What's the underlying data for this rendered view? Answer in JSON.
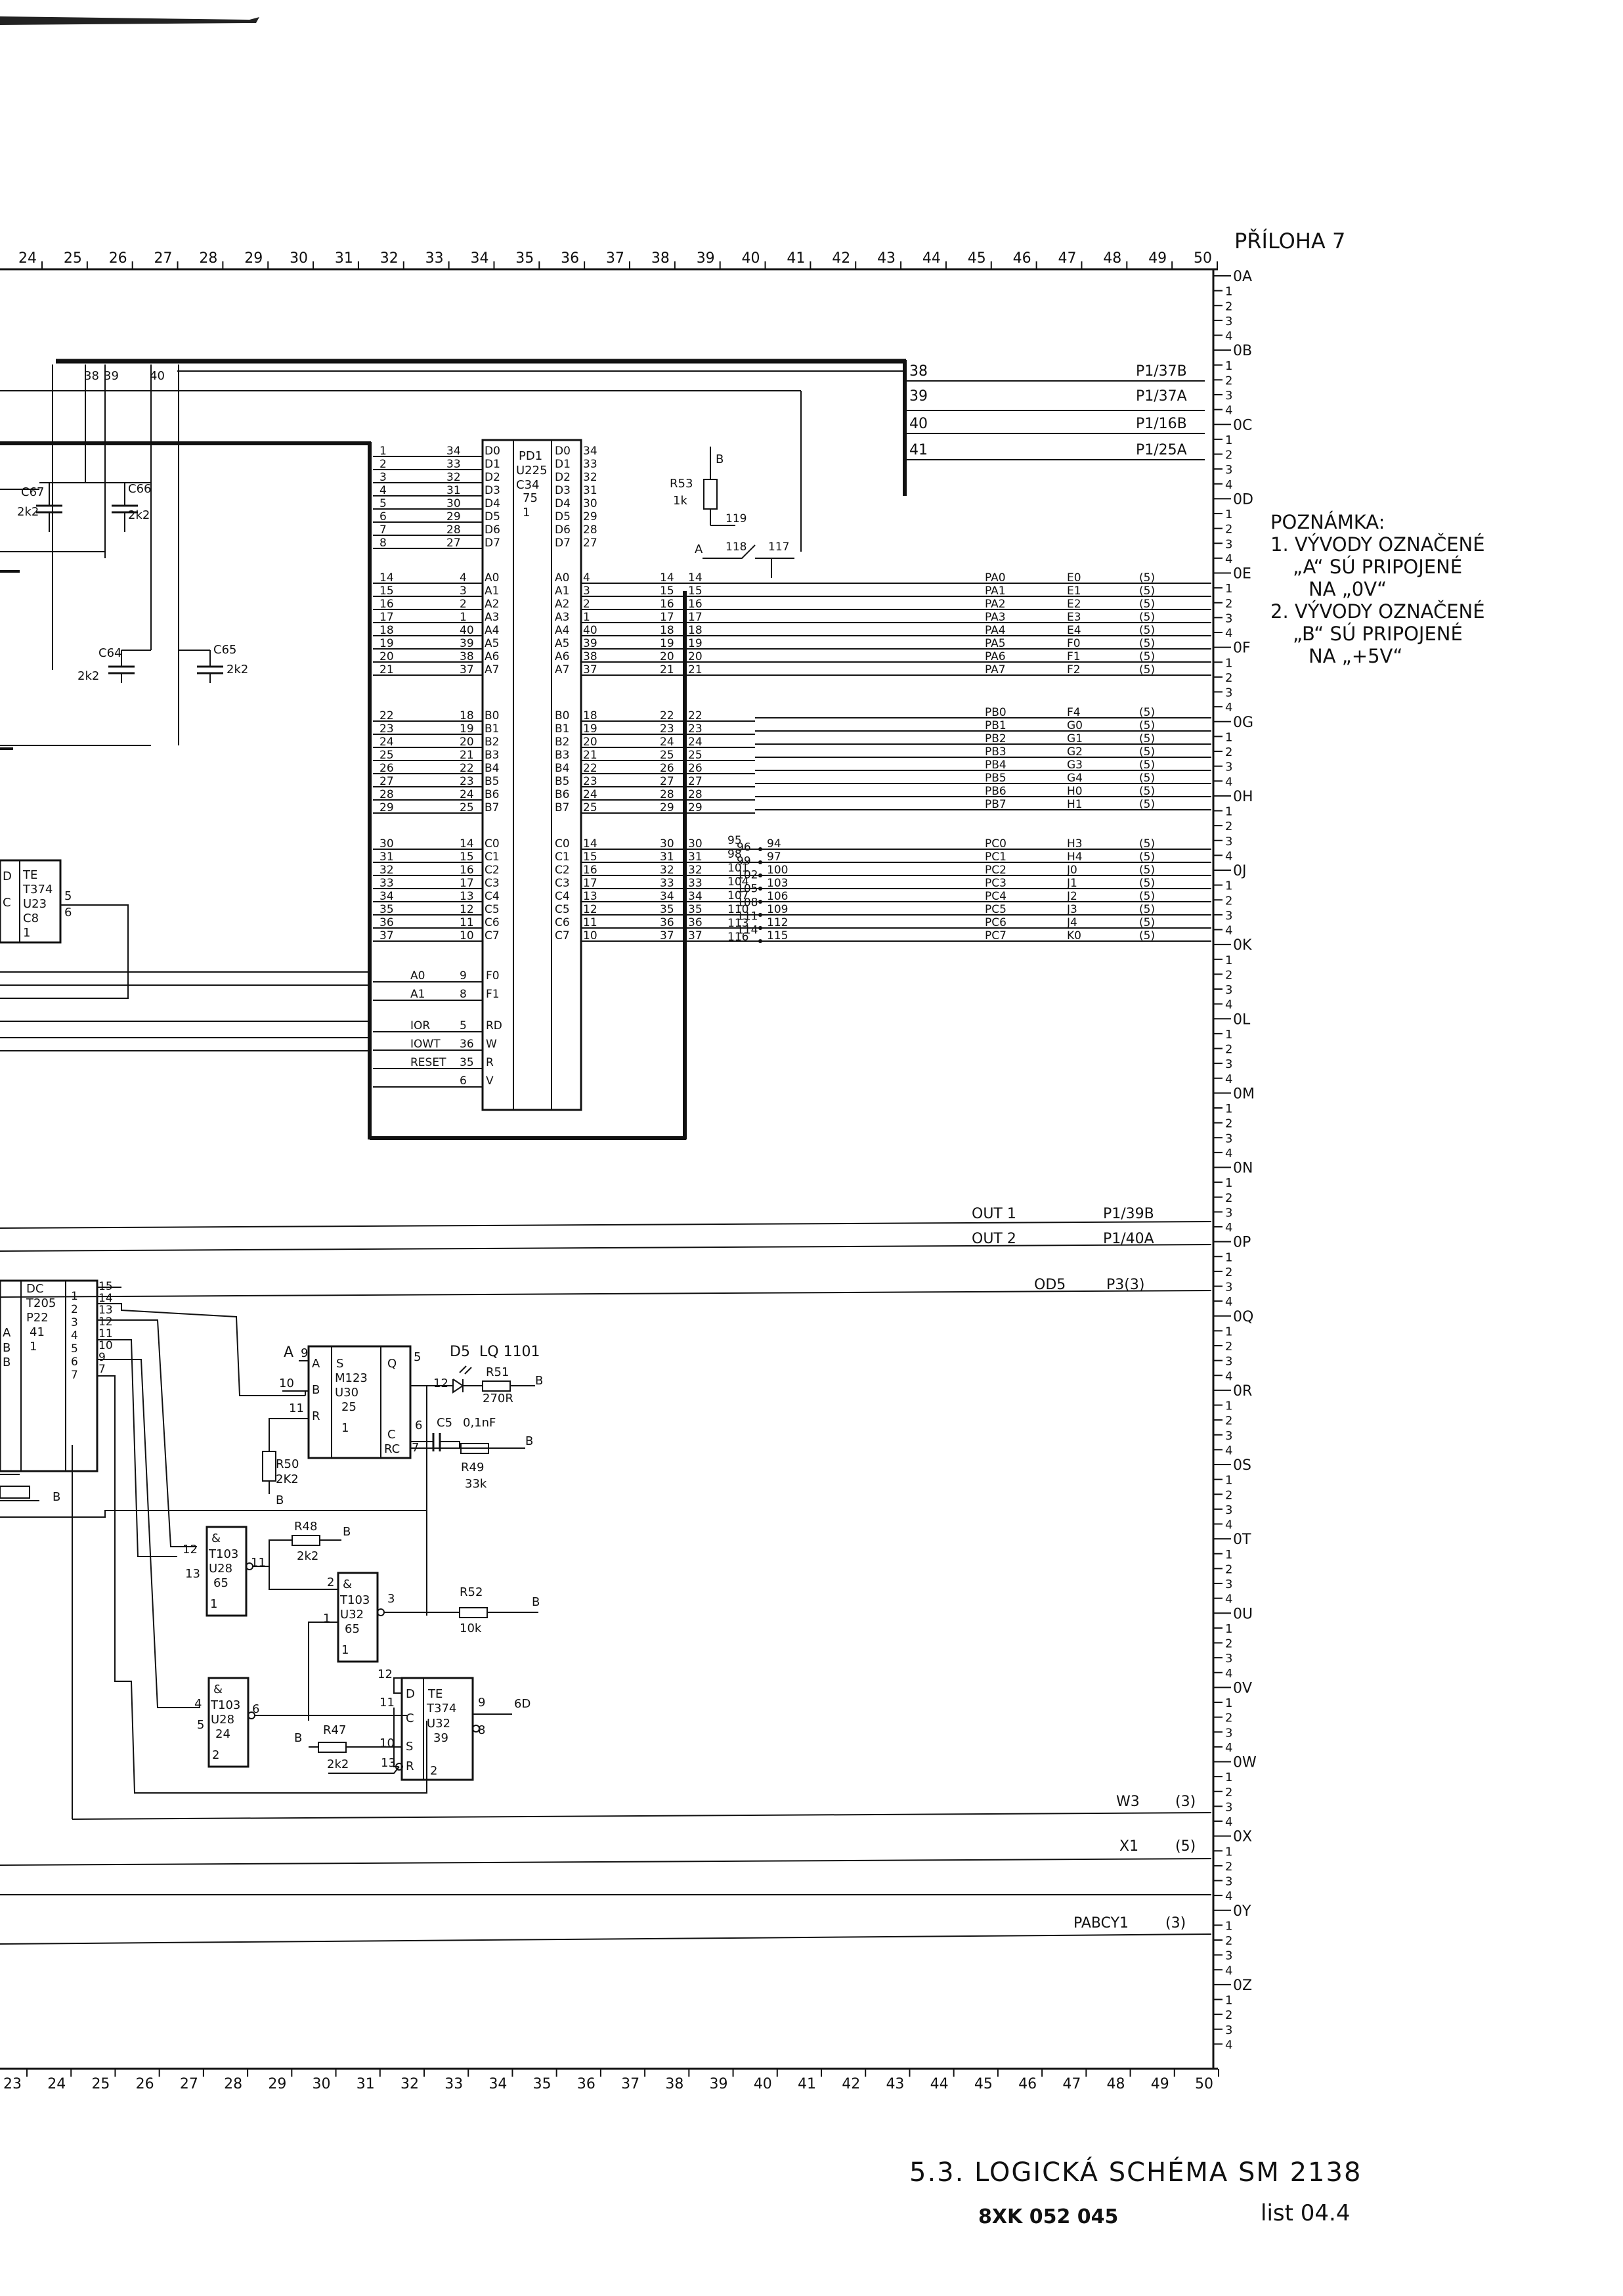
{
  "sheet": {
    "attachment": "PŘÍLOHA 7",
    "title": "5.3. LOGICKÁ SCHÉMA SM 2138",
    "doc_number": "8XK 052 045",
    "list": "list 04.4"
  },
  "note": {
    "heading": "POZNÁMKA:",
    "lines": [
      "1. VÝVODY OZNAČENÉ",
      "„A“ SÚ PRIPOJENÉ",
      "NA „0V“",
      "2. VÝVODY OZNAČENÉ",
      "„B“ SÚ PRIPOJENÉ",
      "NA „+5V“"
    ]
  },
  "top_ruler": [
    "24",
    "25",
    "26",
    "27",
    "28",
    "29",
    "30",
    "31",
    "32",
    "33",
    "34",
    "35",
    "36",
    "37",
    "38",
    "39",
    "40",
    "41",
    "42",
    "43",
    "44",
    "45",
    "46",
    "47",
    "48",
    "49",
    "50"
  ],
  "bottom_ruler": [
    "23",
    "24",
    "25",
    "26",
    "27",
    "28",
    "29",
    "30",
    "31",
    "32",
    "33",
    "34",
    "35",
    "36",
    "37",
    "38",
    "39",
    "40",
    "41",
    "42",
    "43",
    "44",
    "45",
    "46",
    "47",
    "48",
    "49",
    "50"
  ],
  "right_ruler": [
    "0A",
    "0B",
    "0C",
    "0D",
    "0E",
    "0F",
    "0G",
    "0H",
    "0J",
    "0K",
    "0L",
    "0M",
    "0N",
    "0P",
    "0Q",
    "0R",
    "0S",
    "0T",
    "0U",
    "0V",
    "0W",
    "0X",
    "0Y",
    "0Z"
  ],
  "right_ruler_sub": [
    "1",
    "2",
    "3",
    "4"
  ],
  "bus": {
    "pins": [
      "38",
      "39",
      "40"
    ],
    "connectors": [
      {
        "pin": "38",
        "label": "P1/37B"
      },
      {
        "pin": "39",
        "label": "P1/37A"
      },
      {
        "pin": "40",
        "label": "P1/16B"
      },
      {
        "pin": "41",
        "label": "P1/25A"
      }
    ]
  },
  "ppi": {
    "type": "PD1",
    "ref": "U225",
    "code": "C34",
    "sub": "75",
    "unit": "1",
    "left_in": [
      "1",
      "2",
      "3",
      "4",
      "5",
      "6",
      "7",
      "8"
    ],
    "d_num": [
      "34",
      "33",
      "32",
      "31",
      "30",
      "29",
      "28",
      "27"
    ],
    "d_pins": [
      "D0",
      "D1",
      "D2",
      "D3",
      "D4",
      "D5",
      "D6",
      "D7"
    ],
    "d_out_num": [
      "34",
      "33",
      "32",
      "31",
      "30",
      "29",
      "28",
      "27"
    ],
    "a_left": [
      "14",
      "15",
      "16",
      "17",
      "18",
      "19",
      "20",
      "21"
    ],
    "a_num": [
      "4",
      "3",
      "2",
      "1",
      "40",
      "39",
      "38",
      "37"
    ],
    "a_pins": [
      "A0",
      "A1",
      "A2",
      "A3",
      "A4",
      "A5",
      "A6",
      "A7"
    ],
    "b_left": [
      "22",
      "23",
      "24",
      "25",
      "26",
      "27",
      "28",
      "29"
    ],
    "b_num": [
      "18",
      "19",
      "20",
      "21",
      "22",
      "23",
      "24",
      "25"
    ],
    "b_pins": [
      "B0",
      "B1",
      "B2",
      "B3",
      "B4",
      "B5",
      "B6",
      "B7"
    ],
    "c_left": [
      "30",
      "31",
      "32",
      "33",
      "34",
      "35",
      "36",
      "37"
    ],
    "c_num": [
      "14",
      "15",
      "16",
      "17",
      "13",
      "12",
      "11",
      "10"
    ],
    "c_pins": [
      "C0",
      "C1",
      "C2",
      "C3",
      "C4",
      "C5",
      "C6",
      "C7"
    ],
    "ctrl": [
      {
        "sig": "A0",
        "num": "9",
        "pin": "F0"
      },
      {
        "sig": "A1",
        "num": "8",
        "pin": "F1"
      },
      {
        "sig": "IOR",
        "num": "5",
        "pin": "RD"
      },
      {
        "sig": "IOWT",
        "num": "36",
        "pin": "W"
      },
      {
        "sig": "RESET",
        "num": "35",
        "pin": "R"
      },
      {
        "sig": "",
        "num": "6",
        "pin": "V"
      }
    ],
    "out_a_num": [
      "4",
      "3",
      "2",
      "1",
      "40",
      "39",
      "38",
      "37"
    ],
    "out_b_num": [
      "18",
      "19",
      "20",
      "21",
      "22",
      "23",
      "24",
      "25"
    ],
    "out_c_num": [
      "14",
      "15",
      "16",
      "17",
      "13",
      "12",
      "11",
      "10"
    ]
  },
  "jumper_ports": {
    "a_mid": [
      "14",
      "15",
      "16",
      "17",
      "18",
      "19",
      "20",
      "21"
    ],
    "a_right": [
      "14",
      "15",
      "16",
      "17",
      "18",
      "19",
      "20",
      "21"
    ],
    "b_mid": [
      "22",
      "23",
      "24",
      "25",
      "26",
      "27",
      "28",
      "29"
    ],
    "b_right": [
      "22",
      "23",
      "24",
      "25",
      "26",
      "27",
      "28",
      "29"
    ],
    "c_mid": [
      "30",
      "31",
      "32",
      "33",
      "34",
      "35",
      "36",
      "37"
    ],
    "c_right": [
      "30",
      "31",
      "32",
      "33",
      "34",
      "35",
      "36",
      "37"
    ],
    "c_jumpers": [
      "95",
      "96",
      "98",
      "99",
      "101",
      "102",
      "104",
      "105",
      "107",
      "108",
      "110",
      "111",
      "113",
      "114",
      "116"
    ],
    "c_jumpers2": [
      "94",
      "97",
      "100",
      "103",
      "106",
      "109",
      "112",
      "115"
    ]
  },
  "r53": {
    "ref": "R53",
    "value": "1k",
    "pin_b": "B",
    "pin_a": "A",
    "j1": "118",
    "j2": "119",
    "j3": "117"
  },
  "ports": [
    {
      "name": "PA0",
      "con": "E0",
      "ref": "(5)"
    },
    {
      "name": "PA1",
      "con": "E1",
      "ref": "(5)"
    },
    {
      "name": "PA2",
      "con": "E2",
      "ref": "(5)"
    },
    {
      "name": "PA3",
      "con": "E3",
      "ref": "(5)"
    },
    {
      "name": "PA4",
      "con": "E4",
      "ref": "(5)"
    },
    {
      "name": "PA5",
      "con": "F0",
      "ref": "(5)"
    },
    {
      "name": "PA6",
      "con": "F1",
      "ref": "(5)"
    },
    {
      "name": "PA7",
      "con": "F2",
      "ref": "(5)"
    },
    {
      "name": "PB0",
      "con": "F4",
      "ref": "(5)"
    },
    {
      "name": "PB1",
      "con": "G0",
      "ref": "(5)"
    },
    {
      "name": "PB2",
      "con": "G1",
      "ref": "(5)"
    },
    {
      "name": "PB3",
      "con": "G2",
      "ref": "(5)"
    },
    {
      "name": "PB4",
      "con": "G3",
      "ref": "(5)"
    },
    {
      "name": "PB5",
      "con": "G4",
      "ref": "(5)"
    },
    {
      "name": "PB6",
      "con": "H0",
      "ref": "(5)"
    },
    {
      "name": "PB7",
      "con": "H1",
      "ref": "(5)"
    },
    {
      "name": "PC0",
      "con": "H3",
      "ref": "(5)"
    },
    {
      "name": "PC1",
      "con": "H4",
      "ref": "(5)"
    },
    {
      "name": "PC2",
      "con": "J0",
      "ref": "(5)"
    },
    {
      "name": "PC3",
      "con": "J1",
      "ref": "(5)"
    },
    {
      "name": "PC4",
      "con": "J2",
      "ref": "(5)"
    },
    {
      "name": "PC5",
      "con": "J3",
      "ref": "(5)"
    },
    {
      "name": "PC6",
      "con": "J4",
      "ref": "(5)"
    },
    {
      "name": "PC7",
      "con": "K0",
      "ref": "(5)"
    }
  ],
  "caps": [
    {
      "ref": "C67",
      "value": "2k2"
    },
    {
      "ref": "C66",
      "value": "2k2"
    },
    {
      "ref": "C64",
      "value": "2k2"
    },
    {
      "ref": "C65",
      "value": "2k2"
    }
  ],
  "left_te": {
    "type": "TE",
    "ref": "T374",
    "code": "U23",
    "sub": "C8",
    "unit": "1",
    "pin": "5",
    "pin2": "6",
    "d": "D",
    "c": "C"
  },
  "outs": [
    {
      "name": "OUT 1",
      "con": "P1/39B"
    },
    {
      "name": "OUT 2",
      "con": "P1/40A"
    },
    {
      "name": "OD5",
      "con": "P3(3)"
    }
  ],
  "dc": {
    "type": "DC",
    "ref": "T205",
    "code": "P22",
    "unit": "41",
    "sub": "1",
    "pins_out": [
      "15",
      "14",
      "13",
      "12",
      "11",
      "10",
      "9",
      "7"
    ],
    "pins_in": [
      "1",
      "2",
      "3",
      "4",
      "5",
      "6",
      "7"
    ],
    "side": [
      "A",
      "B",
      "B"
    ]
  },
  "mono": {
    "type": "S",
    "ref": "M123",
    "code": "U30",
    "sub": "25",
    "unit": "1",
    "a": "A",
    "b": "B",
    "r": "R",
    "q": "Q",
    "c": "C",
    "rc": "RC",
    "pa": "9",
    "pb": "10",
    "pr": "11",
    "pq": "5",
    "pc": "6",
    "prc": "7"
  },
  "led": {
    "ref": "D5",
    "value": "LQ 1101",
    "rref": "R51",
    "rval": "270R",
    "pin": "12",
    "b": "B"
  },
  "c5": {
    "ref": "C5",
    "value": "0,1nF"
  },
  "r49": {
    "ref": "R49",
    "value": "33k",
    "b": "B"
  },
  "r50": {
    "ref": "R50",
    "value": "2K2",
    "b": "B"
  },
  "r48": {
    "ref": "R48",
    "value": "2k2",
    "b": "B"
  },
  "r52": {
    "ref": "R52",
    "value": "10k",
    "b": "B"
  },
  "r47": {
    "ref": "R47",
    "value": "2k2",
    "b": "B"
  },
  "nand1": {
    "sym": "&",
    "ref": "T103",
    "code": "U28",
    "sub": "65",
    "unit": "1",
    "p1": "12",
    "p2": "13",
    "po": "11"
  },
  "nand2": {
    "sym": "&",
    "ref": "T103",
    "code": "U32",
    "sub": "65",
    "unit": "1",
    "p1": "2",
    "p2": "1",
    "po": "3"
  },
  "nand3": {
    "sym": "&",
    "ref": "T103",
    "code": "U28",
    "sub": "24",
    "unit": "2",
    "p1": "4",
    "p2": "5",
    "po": "6"
  },
  "te2": {
    "type": "TE",
    "ref": "T374",
    "code": "U32",
    "sub": "39",
    "unit": "2",
    "d": "D",
    "c": "C",
    "s": "S",
    "r": "R",
    "pd": "12",
    "pc": "11",
    "ps": "10",
    "pr": "13",
    "pq": "9",
    "pqn": "8",
    "out": "6D"
  },
  "signals": [
    {
      "name": "W3",
      "ref": "(3)"
    },
    {
      "name": "X1",
      "ref": "(5)"
    },
    {
      "name": "PABCY1",
      "ref": "(3)"
    }
  ]
}
